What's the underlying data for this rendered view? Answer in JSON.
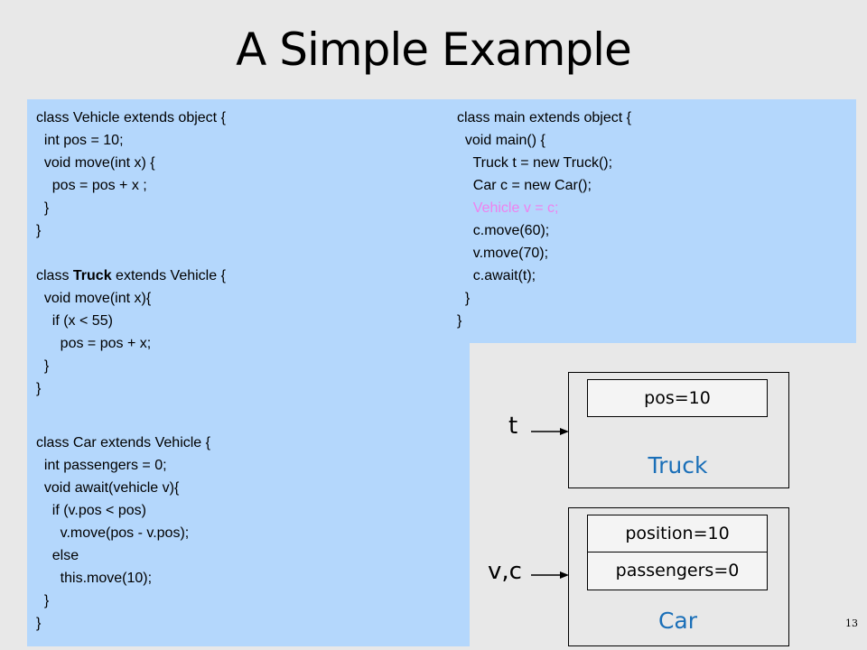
{
  "slide": {
    "title": "A Simple Example",
    "page_number": "13"
  },
  "code_left": {
    "lines": [
      "class Vehicle extends object {",
      "  int pos = 10;",
      "  void move(int x) {",
      "    pos = pos + x ;",
      "  }",
      "}",
      "",
      "class ",
      "  void move(int x){",
      "    if (x < 55)",
      "      pos = pos + x;",
      "  }",
      "}",
      "",
      "class Car extends Vehicle {",
      "  int passengers = 0;",
      "  void await(vehicle v){",
      "    if (v.pos < pos)",
      "      v.move(pos - v.pos);",
      "    else",
      "      this.move(10);",
      "  }",
      "}"
    ],
    "truck_prefix": "class ",
    "truck_bold": "Truck",
    "truck_suffix": " extends Vehicle {"
  },
  "code_right": {
    "lines": [
      "class main extends object {",
      "  void main() {",
      "    Truck t = new Truck();",
      "    Car c = new Car();",
      "    Vehicle v = c;",
      "    c.move(60);",
      "    v.move(70);",
      "    c.await(t);",
      "  }",
      "}"
    ],
    "highlight_color": "#ee82ee"
  },
  "diagram": {
    "truck": {
      "variable": "t",
      "field": "pos=10",
      "label": "Truck"
    },
    "car": {
      "variable": "v,c",
      "fields": [
        "position=10",
        "passengers=0"
      ],
      "label": "Car"
    },
    "label_color": "#1a6fb8"
  }
}
